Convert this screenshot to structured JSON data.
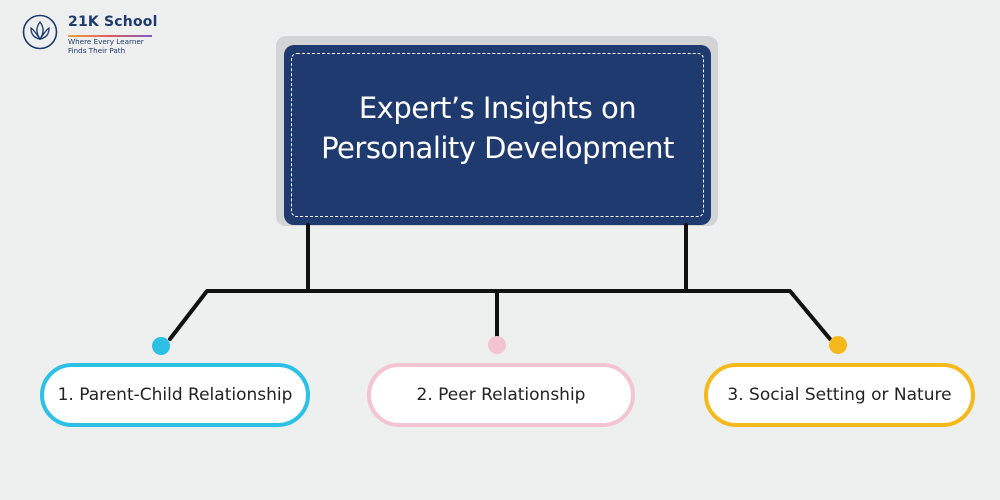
{
  "brand": {
    "name": "21K School",
    "tagline_line1": "Where Every Learner",
    "tagline_line2": "Finds Their Path"
  },
  "title": {
    "line1": "Expert’s Insights on",
    "line2": "Personality Development"
  },
  "items": [
    {
      "label": "1. Parent-Child Relationship",
      "color": "#2cc0e6"
    },
    {
      "label": "2. Peer Relationship",
      "color": "#f3c4d2"
    },
    {
      "label": "3. Social Setting or Nature",
      "color": "#f6b91c"
    }
  ],
  "colors": {
    "title_fill": "#1e3a6e",
    "background": "#eeefef",
    "connector": "#111111"
  }
}
